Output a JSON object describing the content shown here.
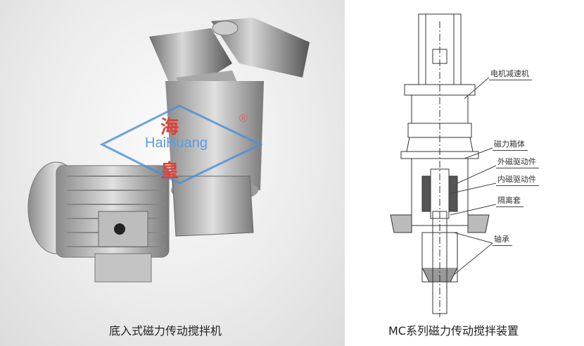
{
  "left_panel": {
    "caption": "底入式磁力传动搅拌机",
    "watermark": {
      "cn_top": "海",
      "brand": "HaiHuang",
      "cn_bottom": "皇",
      "registered": "®"
    }
  },
  "right_panel": {
    "caption": "MC系列磁力传动搅拌装置",
    "labels": [
      "电机减速机",
      "磁力箱体",
      "外磁驱动件",
      "内磁驱动件",
      "隔离套",
      "轴承"
    ]
  }
}
